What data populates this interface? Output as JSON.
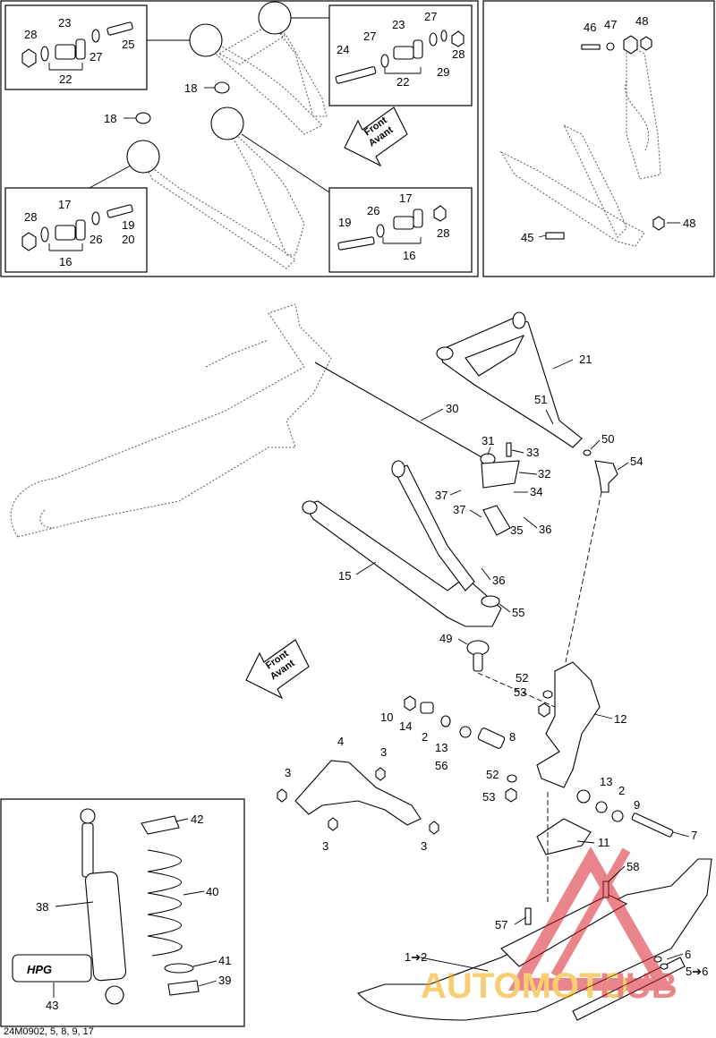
{
  "diagram_code": "24M0902, 5, 8, 9, 17",
  "front_arrow": {
    "line1": "Front",
    "line2": "Avant"
  },
  "watermark": {
    "part1": "AUTOMOTO",
    "part2": "HUB",
    "color1": "#f2a900",
    "color2": "#d9232d"
  },
  "logo_text": "HPG",
  "colors": {
    "line": "#000000",
    "background": "#ffffff"
  },
  "callouts": [
    {
      "id": "c28a",
      "text": "28"
    },
    {
      "id": "c23a",
      "text": "23"
    },
    {
      "id": "c22a",
      "text": "22"
    },
    {
      "id": "c27a",
      "text": "27"
    },
    {
      "id": "c25",
      "text": "25"
    },
    {
      "id": "c23b",
      "text": "23"
    },
    {
      "id": "c27b",
      "text": "27"
    },
    {
      "id": "c27c",
      "text": "27"
    },
    {
      "id": "c24",
      "text": "24"
    },
    {
      "id": "c22b",
      "text": "22"
    },
    {
      "id": "c29",
      "text": "29"
    },
    {
      "id": "c28b",
      "text": "28"
    },
    {
      "id": "c18a",
      "text": "18"
    },
    {
      "id": "c18b",
      "text": "18"
    },
    {
      "id": "c17a",
      "text": "17"
    },
    {
      "id": "c28c",
      "text": "28"
    },
    {
      "id": "c19a",
      "text": "19"
    },
    {
      "id": "c20",
      "text": "20"
    },
    {
      "id": "c26a",
      "text": "26"
    },
    {
      "id": "c16a",
      "text": "16"
    },
    {
      "id": "c19b",
      "text": "19"
    },
    {
      "id": "c26b",
      "text": "26"
    },
    {
      "id": "c17b",
      "text": "17"
    },
    {
      "id": "c28d",
      "text": "28"
    },
    {
      "id": "c16b",
      "text": "16"
    },
    {
      "id": "c46",
      "text": "46"
    },
    {
      "id": "c47",
      "text": "47"
    },
    {
      "id": "c48a",
      "text": "48"
    },
    {
      "id": "c48b",
      "text": "48"
    },
    {
      "id": "c45",
      "text": "45"
    },
    {
      "id": "c21",
      "text": "21"
    },
    {
      "id": "c30",
      "text": "30"
    },
    {
      "id": "c51",
      "text": "51"
    },
    {
      "id": "c50",
      "text": "50"
    },
    {
      "id": "c54",
      "text": "54"
    },
    {
      "id": "c31",
      "text": "31"
    },
    {
      "id": "c33",
      "text": "33"
    },
    {
      "id": "c32",
      "text": "32"
    },
    {
      "id": "c37a",
      "text": "37"
    },
    {
      "id": "c34",
      "text": "34"
    },
    {
      "id": "c37b",
      "text": "37"
    },
    {
      "id": "c35",
      "text": "35"
    },
    {
      "id": "c36a",
      "text": "36"
    },
    {
      "id": "c36b",
      "text": "36"
    },
    {
      "id": "c15",
      "text": "15"
    },
    {
      "id": "c55",
      "text": "55"
    },
    {
      "id": "c49",
      "text": "49"
    },
    {
      "id": "c52a",
      "text": "52"
    },
    {
      "id": "c53a",
      "text": "53"
    },
    {
      "id": "c12",
      "text": "12"
    },
    {
      "id": "c10",
      "text": "10"
    },
    {
      "id": "c14",
      "text": "14"
    },
    {
      "id": "c2a",
      "text": "2"
    },
    {
      "id": "c13a",
      "text": "13"
    },
    {
      "id": "c8",
      "text": "8"
    },
    {
      "id": "c56",
      "text": "56"
    },
    {
      "id": "c52b",
      "text": "52"
    },
    {
      "id": "c53b",
      "text": "53"
    },
    {
      "id": "c13b",
      "text": "13"
    },
    {
      "id": "c2b",
      "text": "2"
    },
    {
      "id": "c9",
      "text": "9"
    },
    {
      "id": "c7",
      "text": "7"
    },
    {
      "id": "c4",
      "text": "4"
    },
    {
      "id": "c3a",
      "text": "3"
    },
    {
      "id": "c3b",
      "text": "3"
    },
    {
      "id": "c3c",
      "text": "3"
    },
    {
      "id": "c3d",
      "text": "3"
    },
    {
      "id": "c3e",
      "text": "3"
    },
    {
      "id": "c11",
      "text": "11"
    },
    {
      "id": "c58",
      "text": "58"
    },
    {
      "id": "c57",
      "text": "57"
    },
    {
      "id": "c1",
      "text": "1➔2"
    },
    {
      "id": "c6",
      "text": "6"
    },
    {
      "id": "c5",
      "text": "5➔6"
    },
    {
      "id": "c42",
      "text": "42"
    },
    {
      "id": "c40",
      "text": "40"
    },
    {
      "id": "c38",
      "text": "38"
    },
    {
      "id": "c41",
      "text": "41"
    },
    {
      "id": "c39",
      "text": "39"
    },
    {
      "id": "c43",
      "text": "43"
    }
  ]
}
